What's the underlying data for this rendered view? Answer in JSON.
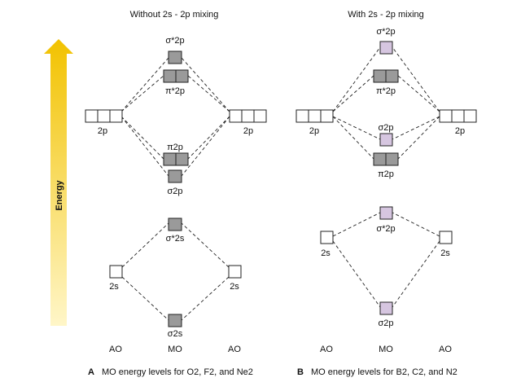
{
  "titles": {
    "left": "Without 2s - 2p mixing",
    "right": "With 2s - 2p mixing"
  },
  "axis": {
    "label": "Energy"
  },
  "columns": {
    "ao": "AO",
    "mo": "MO"
  },
  "orbital_labels": {
    "ao_2p": "2p",
    "ao_2s": "2s",
    "sigma2p_star": "σ*2p",
    "pi2p_star": "π*2p",
    "pi2p": "π2p",
    "sigma2p": "σ2p",
    "sigma2s_star": "σ*2s",
    "sigma2s": "σ2s"
  },
  "captions": {
    "left_letter": "A",
    "left_text": "MO energy levels for O2, F2, and Ne2",
    "right_letter": "B",
    "right_text": "MO energy levels for B2, C2, and N2"
  },
  "colors": {
    "energy_arrow_top": "#f2c200",
    "energy_arrow_bottom": "#fff6c8",
    "mo_fill_left": "#9a9a9a",
    "mo_fill_right_sigma": "#d6c6e0"
  }
}
